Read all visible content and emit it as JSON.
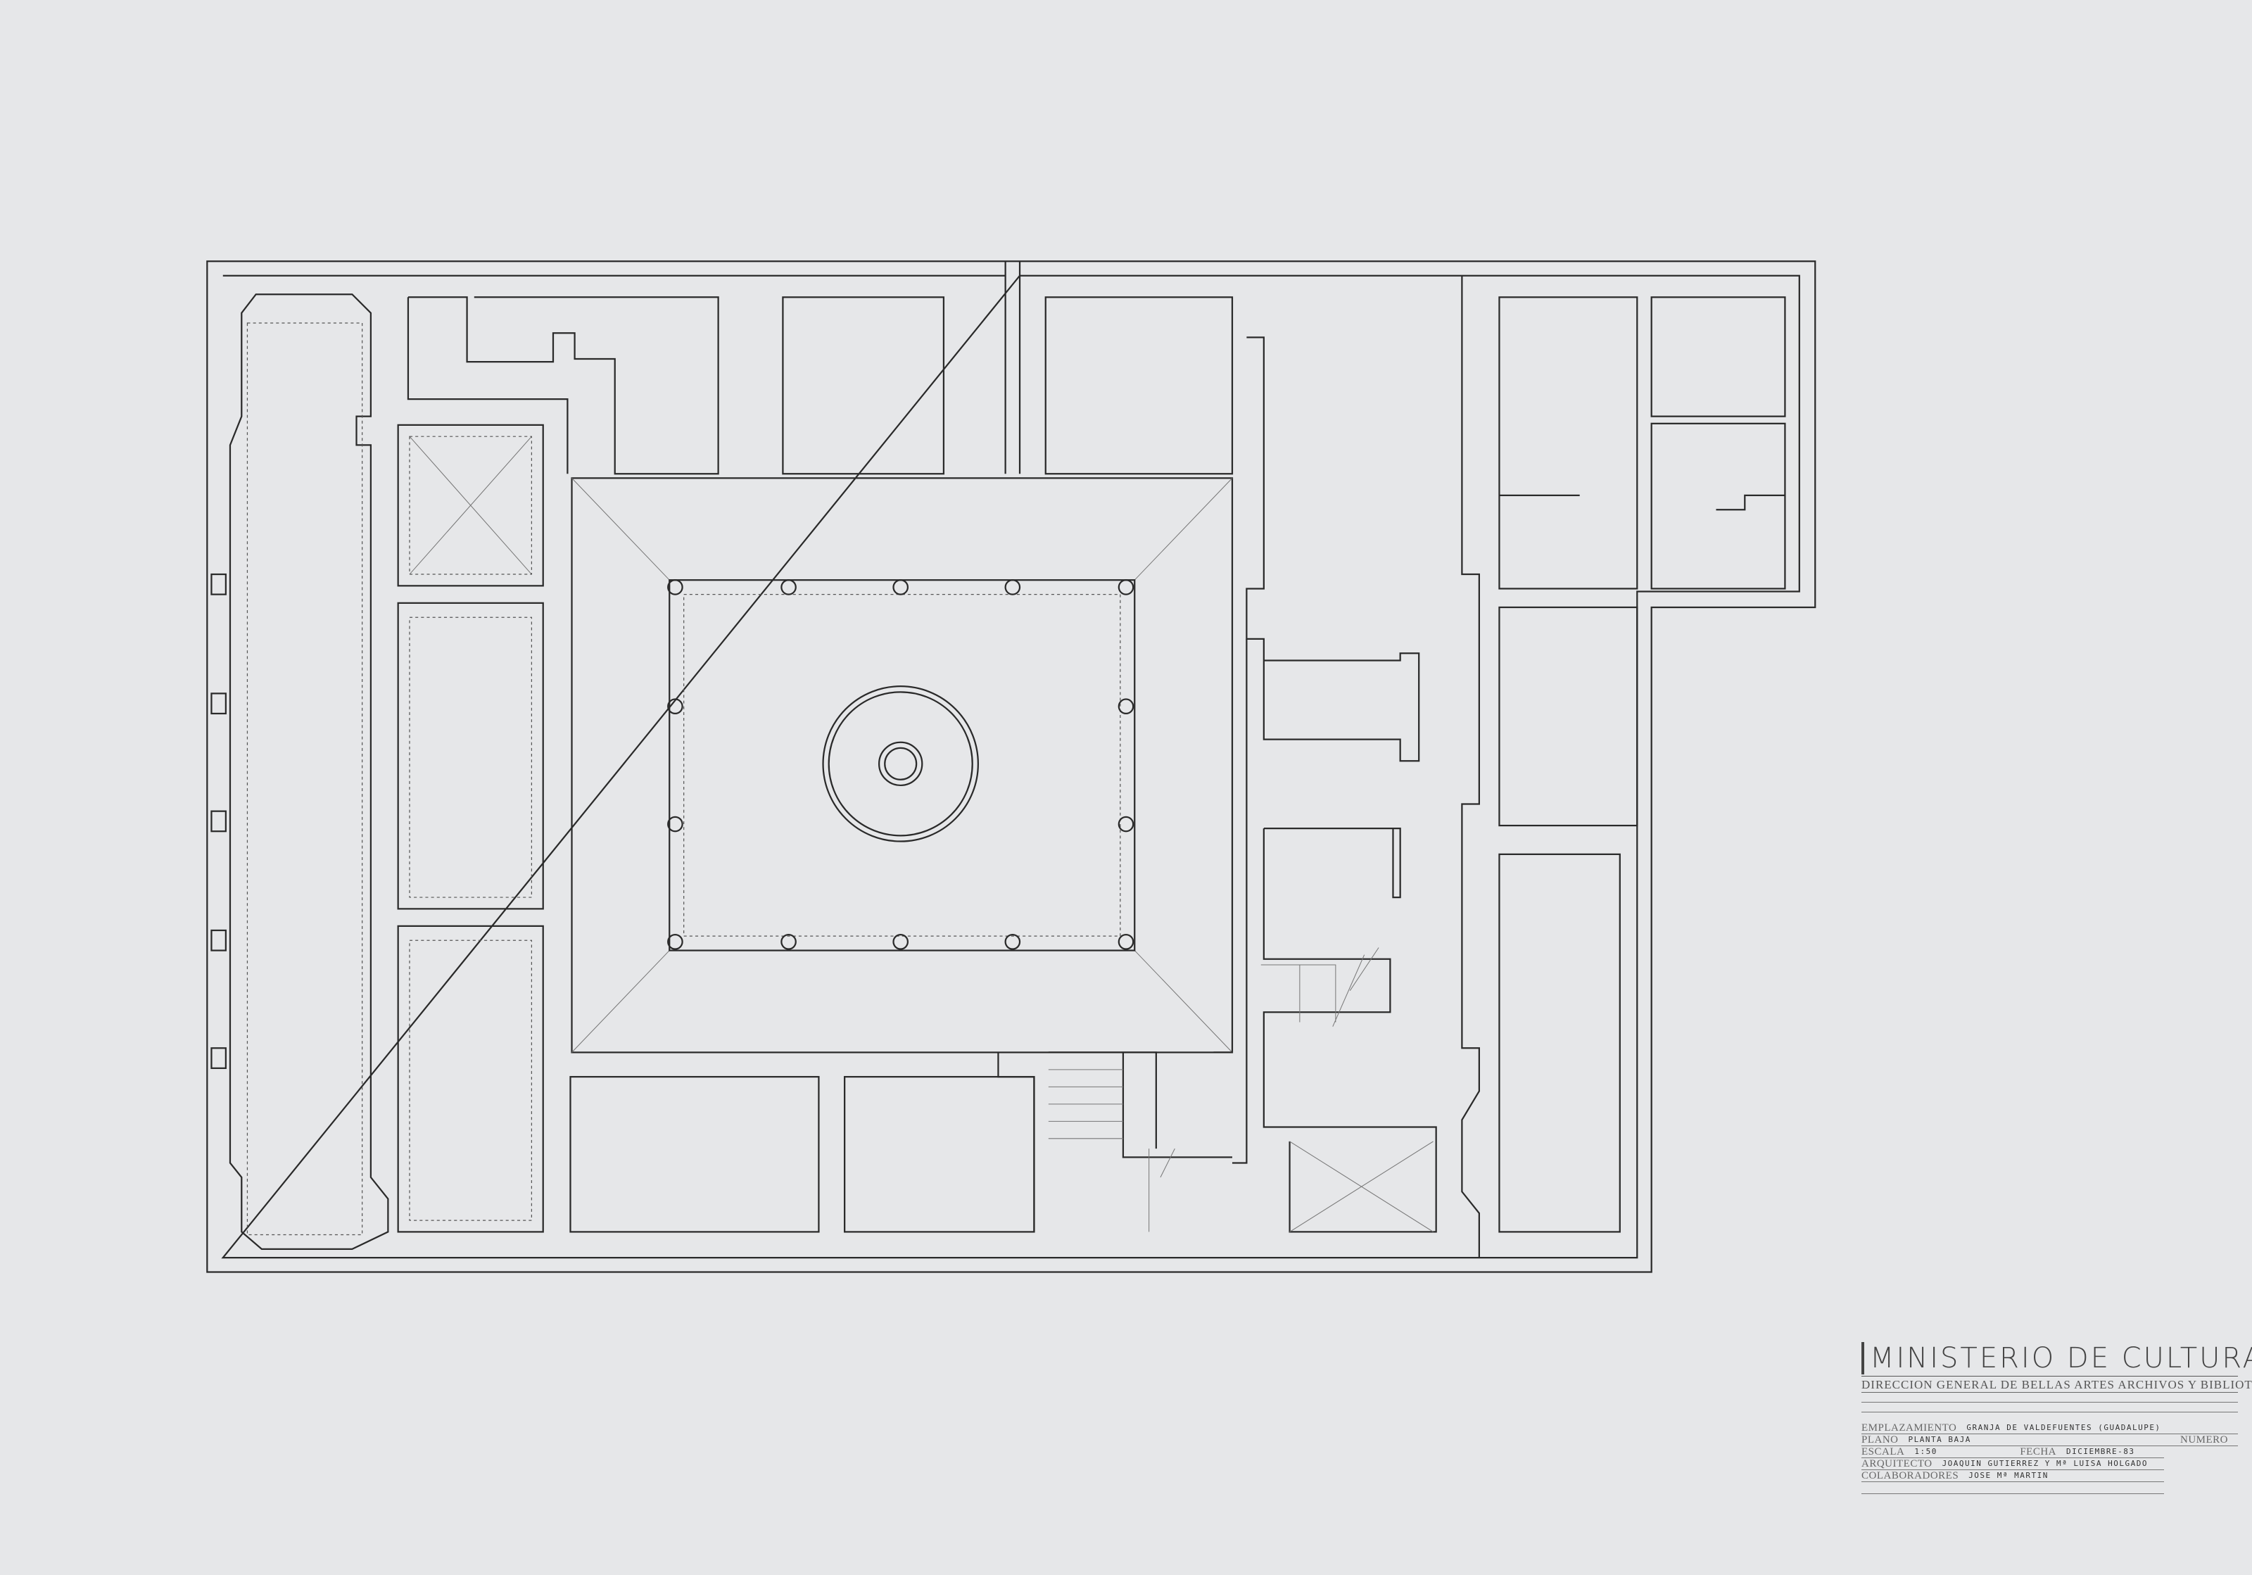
{
  "title_block": {
    "ministry": "MINISTERIO DE CULTURA",
    "department": "DIRECCION GENERAL DE BELLAS ARTES ARCHIVOS Y BIBLIOTECAS",
    "emplazamiento_label": "EMPLAZAMIENTO",
    "emplazamiento": "GRANJA DE VALDEFUENTES (GUADALUPE)",
    "plano_label": "PLANO",
    "plano": "PLANTA BAJA",
    "numero_label": "NUMERO",
    "escala_label": "ESCALA",
    "escala": "1:50",
    "fecha_label": "FECHA",
    "fecha": "DICIEMBRE-83",
    "arquitecto_label": "ARQUITECTO",
    "arquitecto": "JOAQUIN GUTIERREZ Y Mª LUISA HOLGADO",
    "colaboradores_label": "COLABORADORES",
    "colaboradores": "JOSE Mª MARTIN"
  }
}
